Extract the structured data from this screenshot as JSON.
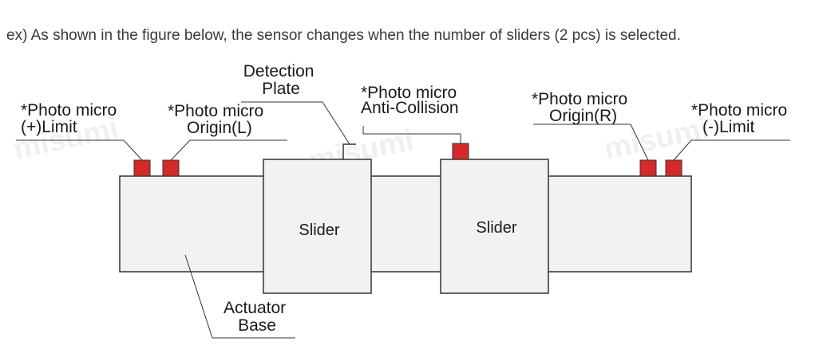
{
  "intro_text": "ex) As shown in the figure below, the sensor changes when the number of sliders (2 pcs) is selected.",
  "watermark": "misumi",
  "labels": {
    "plus_limit": [
      "*Photo micro",
      "(+)Limit"
    ],
    "origin_l": [
      "*Photo micro",
      "Origin(L)"
    ],
    "detection_plate": [
      "Detection",
      "Plate"
    ],
    "anti_collision": [
      "*Photo micro",
      "Anti-Collision"
    ],
    "origin_r": [
      "*Photo micro",
      "Origin(R)"
    ],
    "minus_limit": [
      "*Photo micro",
      "(-)Limit"
    ],
    "actuator_base": [
      "Actuator",
      "Base"
    ]
  },
  "sliders": [
    "Slider",
    "Slider"
  ],
  "colors": {
    "sensor": "#d42a2a",
    "body_fill": "#f2f2f2",
    "outline": "#333333",
    "text": "#1a1a1a"
  }
}
